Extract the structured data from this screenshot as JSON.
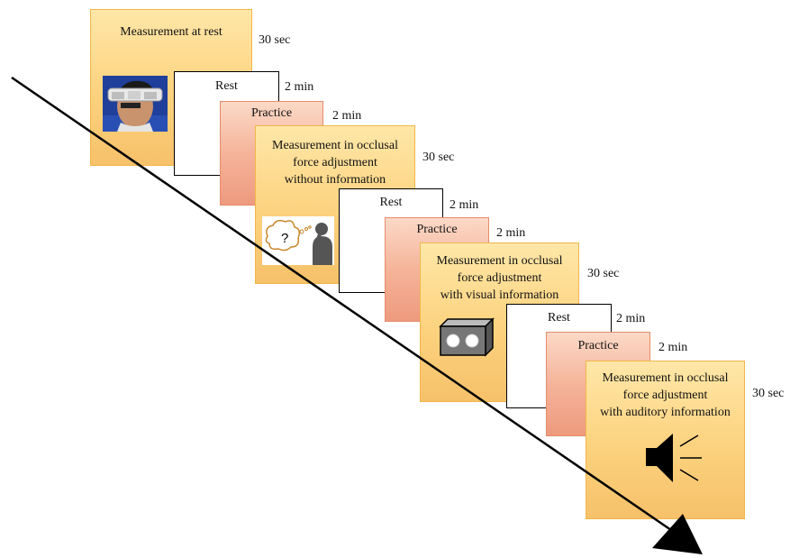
{
  "steps": [
    {
      "type": "measurement",
      "title_lines": [
        "Measurement at rest"
      ],
      "duration": "30 sec",
      "icon": "participant-photo"
    },
    {
      "type": "rest",
      "title_lines": [
        "Rest"
      ],
      "duration": "2 min"
    },
    {
      "type": "practice",
      "title_lines": [
        "Practice"
      ],
      "duration": "2 min"
    },
    {
      "type": "measurement",
      "title_lines": [
        "Measurement in occlusal",
        "force adjustment",
        "without information"
      ],
      "duration": "30 sec",
      "icon": "thinking-person-icon"
    },
    {
      "type": "rest",
      "title_lines": [
        "Rest"
      ],
      "duration": "2 min"
    },
    {
      "type": "practice",
      "title_lines": [
        "Practice"
      ],
      "duration": "2 min"
    },
    {
      "type": "measurement",
      "title_lines": [
        "Measurement in occlusal",
        "force adjustment",
        "with visual information"
      ],
      "duration": "30 sec",
      "icon": "visual-display-icon"
    },
    {
      "type": "rest",
      "title_lines": [
        "Rest"
      ],
      "duration": "2 min"
    },
    {
      "type": "practice",
      "title_lines": [
        "Practice"
      ],
      "duration": "2 min"
    },
    {
      "type": "measurement",
      "title_lines": [
        "Measurement in occlusal",
        "force adjustment",
        "with auditory information"
      ],
      "duration": "30 sec",
      "icon": "speaker-icon"
    }
  ],
  "colors": {
    "measurement": "#fcd27e",
    "practice": "#f5b49a",
    "rest": "#ffffff",
    "arrow": "#000000"
  }
}
